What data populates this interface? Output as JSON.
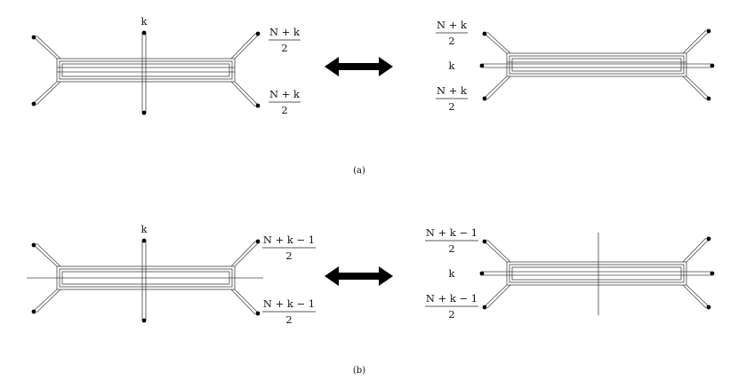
{
  "panels": [
    {
      "caption": "(a)",
      "left_diagram": {
        "top_label": "k",
        "right_upper": {
          "num": "N + k",
          "den": "2"
        },
        "right_lower": {
          "num": "N + k",
          "den": "2"
        }
      },
      "arrow": "double-arrow",
      "right_diagram": {
        "left_upper": {
          "num": "N + k",
          "den": "2"
        },
        "left_mid": "k",
        "left_lower": {
          "num": "N + k",
          "den": "2"
        }
      }
    },
    {
      "caption": "(b)",
      "left_diagram": {
        "top_label": "k",
        "right_upper": {
          "num": "N + k − 1",
          "den": "2"
        },
        "right_lower": {
          "num": "N + k − 1",
          "den": "2"
        }
      },
      "arrow": "double-arrow",
      "right_diagram": {
        "left_upper": {
          "num": "N + k − 1",
          "den": "2"
        },
        "left_mid": "k",
        "left_lower": {
          "num": "N + k − 1",
          "den": "2"
        }
      }
    }
  ]
}
